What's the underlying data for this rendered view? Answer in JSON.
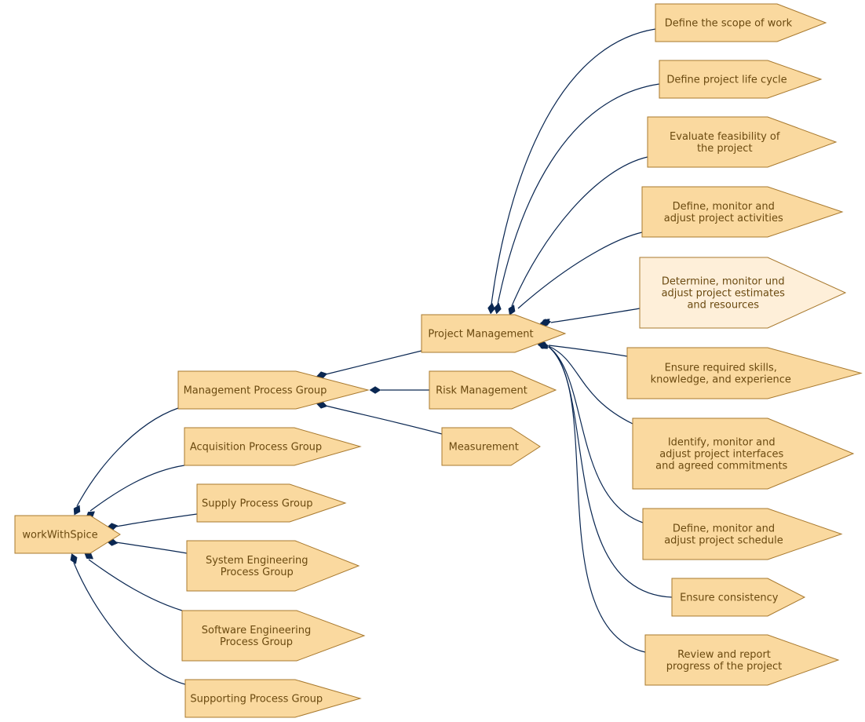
{
  "colors": {
    "node_fill": "#fad99f",
    "node_fill_highlight": "#feefd9",
    "node_stroke": "#a8792e",
    "text": "#6b4a10",
    "edge": "#0a2752"
  },
  "nodes": {
    "workwithspice": {
      "lines": [
        "workWithSpice"
      ]
    },
    "management": {
      "lines": [
        "Management Process Group"
      ]
    },
    "acquisition": {
      "lines": [
        "Acquisition Process Group"
      ]
    },
    "supply": {
      "lines": [
        "Supply Process Group"
      ]
    },
    "system_eng": {
      "lines": [
        "System Engineering",
        "Process Group"
      ]
    },
    "software_eng": {
      "lines": [
        "Software Engineering",
        "Process Group"
      ]
    },
    "supporting": {
      "lines": [
        "Supporting Process Group"
      ]
    },
    "project_mgmt": {
      "lines": [
        "Project Management"
      ]
    },
    "risk_mgmt": {
      "lines": [
        "Risk Management"
      ]
    },
    "measurement": {
      "lines": [
        "Measurement"
      ]
    },
    "scope": {
      "lines": [
        "Define the scope of work"
      ]
    },
    "life_cycle": {
      "lines": [
        "Define project life cycle"
      ]
    },
    "feasibility": {
      "lines": [
        "Evaluate feasibility of",
        "the project"
      ]
    },
    "activities": {
      "lines": [
        "Define, monitor and",
        "adjust project activities"
      ]
    },
    "estimates": {
      "lines": [
        "Determine, monitor und",
        "adjust project estimates",
        "and resources"
      ],
      "highlight": true
    },
    "skills": {
      "lines": [
        "Ensure required skills,",
        "knowledge, and experience"
      ]
    },
    "interfaces": {
      "lines": [
        "Identify, monitor and",
        "adjust project interfaces",
        "and agreed commitments"
      ]
    },
    "schedule": {
      "lines": [
        "Define, monitor and",
        "adjust project schedule"
      ]
    },
    "consistency": {
      "lines": [
        "Ensure consistency"
      ]
    },
    "review": {
      "lines": [
        "Review and report",
        "progress of the project"
      ]
    }
  },
  "edges": [
    {
      "from": "workwithspice",
      "to": "management"
    },
    {
      "from": "workwithspice",
      "to": "acquisition"
    },
    {
      "from": "workwithspice",
      "to": "supply"
    },
    {
      "from": "workwithspice",
      "to": "system_eng"
    },
    {
      "from": "workwithspice",
      "to": "software_eng"
    },
    {
      "from": "workwithspice",
      "to": "supporting"
    },
    {
      "from": "management",
      "to": "project_mgmt"
    },
    {
      "from": "management",
      "to": "risk_mgmt"
    },
    {
      "from": "management",
      "to": "measurement"
    },
    {
      "from": "project_mgmt",
      "to": "scope"
    },
    {
      "from": "project_mgmt",
      "to": "life_cycle"
    },
    {
      "from": "project_mgmt",
      "to": "feasibility"
    },
    {
      "from": "project_mgmt",
      "to": "activities"
    },
    {
      "from": "project_mgmt",
      "to": "estimates"
    },
    {
      "from": "project_mgmt",
      "to": "skills"
    },
    {
      "from": "project_mgmt",
      "to": "interfaces"
    },
    {
      "from": "project_mgmt",
      "to": "schedule"
    },
    {
      "from": "project_mgmt",
      "to": "consistency"
    },
    {
      "from": "project_mgmt",
      "to": "review"
    }
  ]
}
